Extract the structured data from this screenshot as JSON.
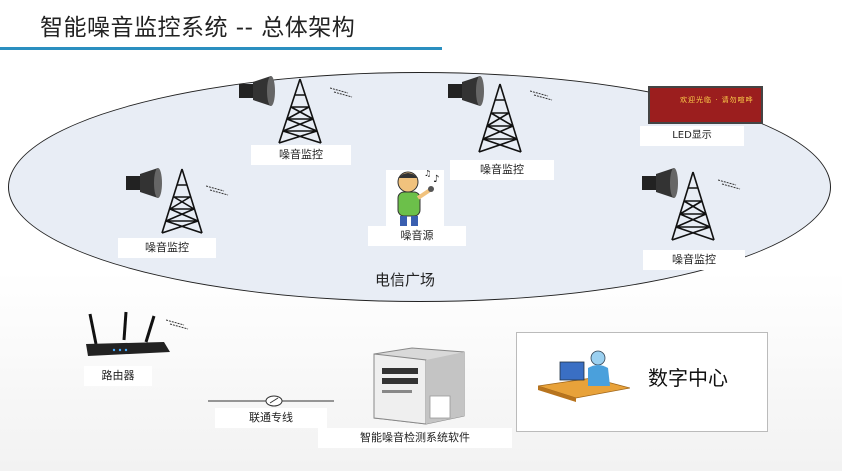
{
  "title": "智能噪音监控系统 --  总体架构",
  "plaza_label": "电信广场",
  "monitors": [
    {
      "label": "噪音监控"
    },
    {
      "label": "噪音监控"
    },
    {
      "label": "噪音监控"
    },
    {
      "label": "噪音监控"
    }
  ],
  "noise_source": {
    "label": "噪音源"
  },
  "led": {
    "label": "LED显示",
    "text": "欢迎光临 · 请勿喧哗"
  },
  "router": {
    "label": "路由器"
  },
  "link": {
    "label": "联通专线"
  },
  "server": {
    "label": "智能噪音检测系统软件"
  },
  "data_center": {
    "label": "数字中心"
  },
  "colors": {
    "accent_bar": "#2a8fc0",
    "ellipse_fill": "#e8edf5",
    "led_bg": "#9b1e1e"
  }
}
